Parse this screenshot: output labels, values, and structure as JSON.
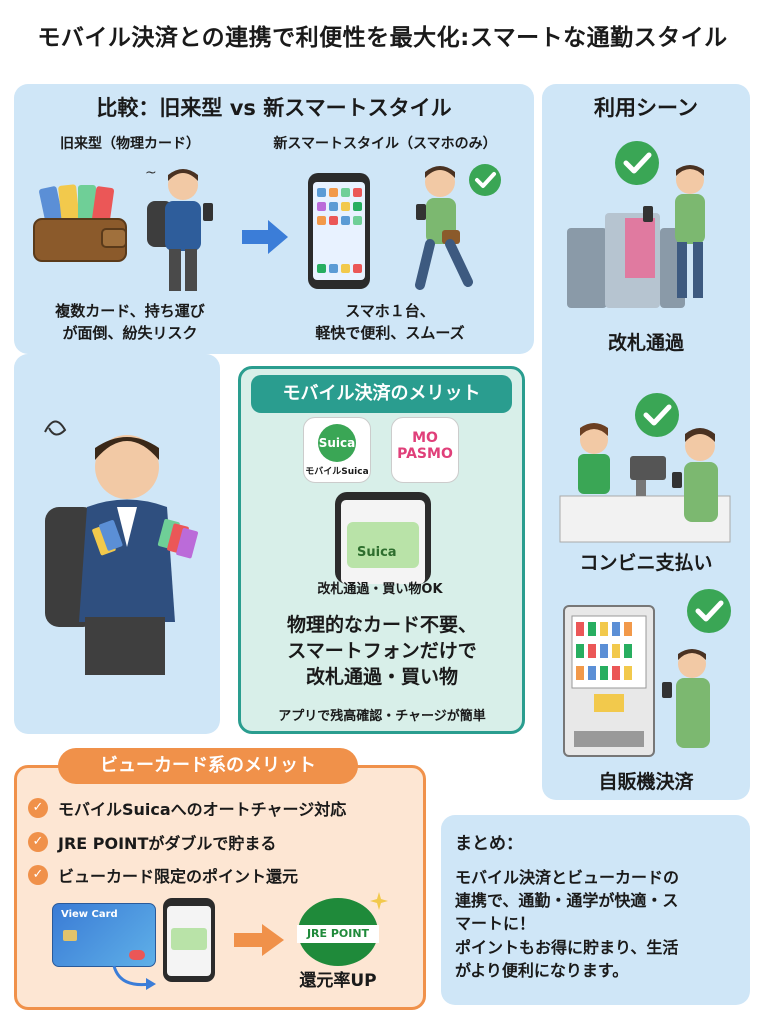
{
  "title": "モバイル決済との連携で利便性を最大化:スマートな通勤スタイル",
  "comparison": {
    "heading": "比較：旧来型 vs 新スマートスタイル",
    "old_label": "旧来型（物理カード）",
    "new_label": "新スマートスタイル（スマホのみ）",
    "old_caption_1": "複数カード、持ち運び",
    "old_caption_2": "が面倒、紛失リスク",
    "new_caption_1": "スマホ１台、",
    "new_caption_2": "軽快で便利、スムーズ"
  },
  "scenes": {
    "heading": "利用シーン",
    "items": [
      {
        "label": "改札通過"
      },
      {
        "label": "コンビニ支払い"
      },
      {
        "label": "自販機決済"
      }
    ]
  },
  "mobile_merit": {
    "heading": "モバイル決済のメリット",
    "suica_logo": "Suica",
    "suica_sub": "モバイルSuica",
    "pasmo_logo": "PASMO",
    "pasmo_prefix": "MO",
    "card_text": "Suica",
    "phone_caption": "改札通過・買い物OK",
    "main_1": "物理的なカード不要、",
    "main_2": "スマートフォンだけで",
    "main_3": "改札通過・買い物",
    "sub": "アプリで残高確認・チャージが簡単"
  },
  "view_card": {
    "heading": "ビューカード系のメリット",
    "items": [
      "モバイルSuicaへのオートチャージ対応",
      "JRE POINTがダブルで貯まる",
      "ビューカード限定のポイント還元"
    ],
    "card_label": "View Card",
    "point_logo": "JRE POINT",
    "rate_label": "還元率UP"
  },
  "summary": {
    "heading": "まとめ：",
    "lines": [
      "モバイル決済とビューカードの",
      "連携で、通勤・通学が快適・ス",
      "マートに！",
      "ポイントもお得に貯まり、生活",
      "がより便利になります。"
    ]
  },
  "colors": {
    "panel_blue": "#cfe6f7",
    "teal": "#2a9d8f",
    "orange": "#f0914a",
    "check_green": "#3aa655"
  }
}
